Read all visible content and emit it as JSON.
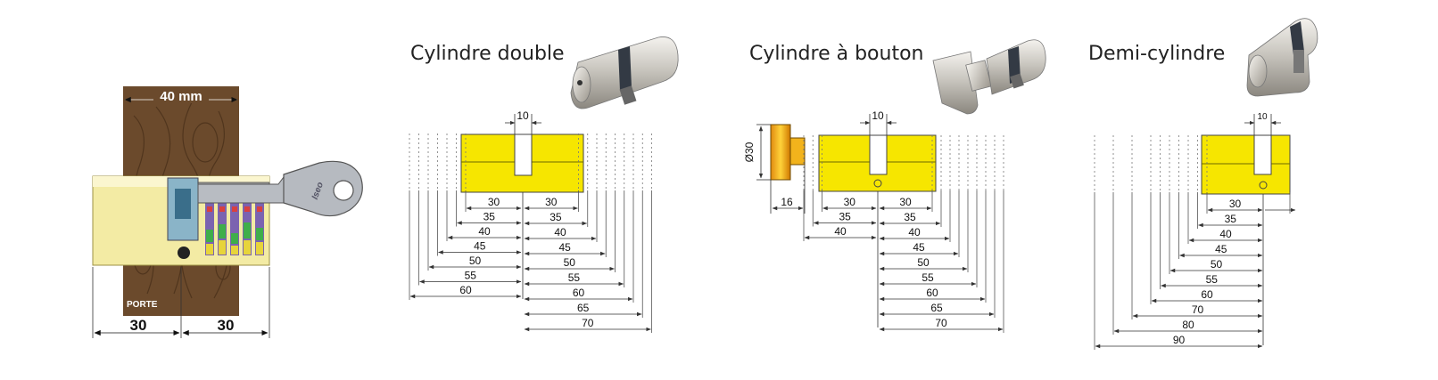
{
  "colors": {
    "brass": "#f6e600",
    "wood": "#6b4a2c",
    "cylinder": "#f3eba4",
    "text": "#111111"
  },
  "door_diagram": {
    "wood_width": "40 mm",
    "door_label": "PORTE",
    "left_dim": "30",
    "right_dim": "30",
    "key_brand": "Iseo"
  },
  "panels": {
    "double": {
      "title": "Cylindre double",
      "cam_width": "10",
      "left": [
        "30",
        "35",
        "40",
        "45",
        "50",
        "55",
        "60"
      ],
      "right": [
        "30",
        "35",
        "40",
        "45",
        "50",
        "55",
        "60",
        "65",
        "70"
      ]
    },
    "bouton": {
      "title": "Cylindre à bouton",
      "cam_width": "10",
      "knob_diameter": "Ø30",
      "knob_offset": "16",
      "left": [
        "30",
        "35",
        "40"
      ],
      "right": [
        "30",
        "35",
        "40",
        "45",
        "50",
        "55",
        "60",
        "65",
        "70"
      ]
    },
    "demi": {
      "title": "Demi-cylindre",
      "cam_width": "10",
      "lengths": [
        "30",
        "35",
        "40",
        "45",
        "50",
        "55",
        "60",
        "70",
        "80",
        "90"
      ]
    }
  }
}
